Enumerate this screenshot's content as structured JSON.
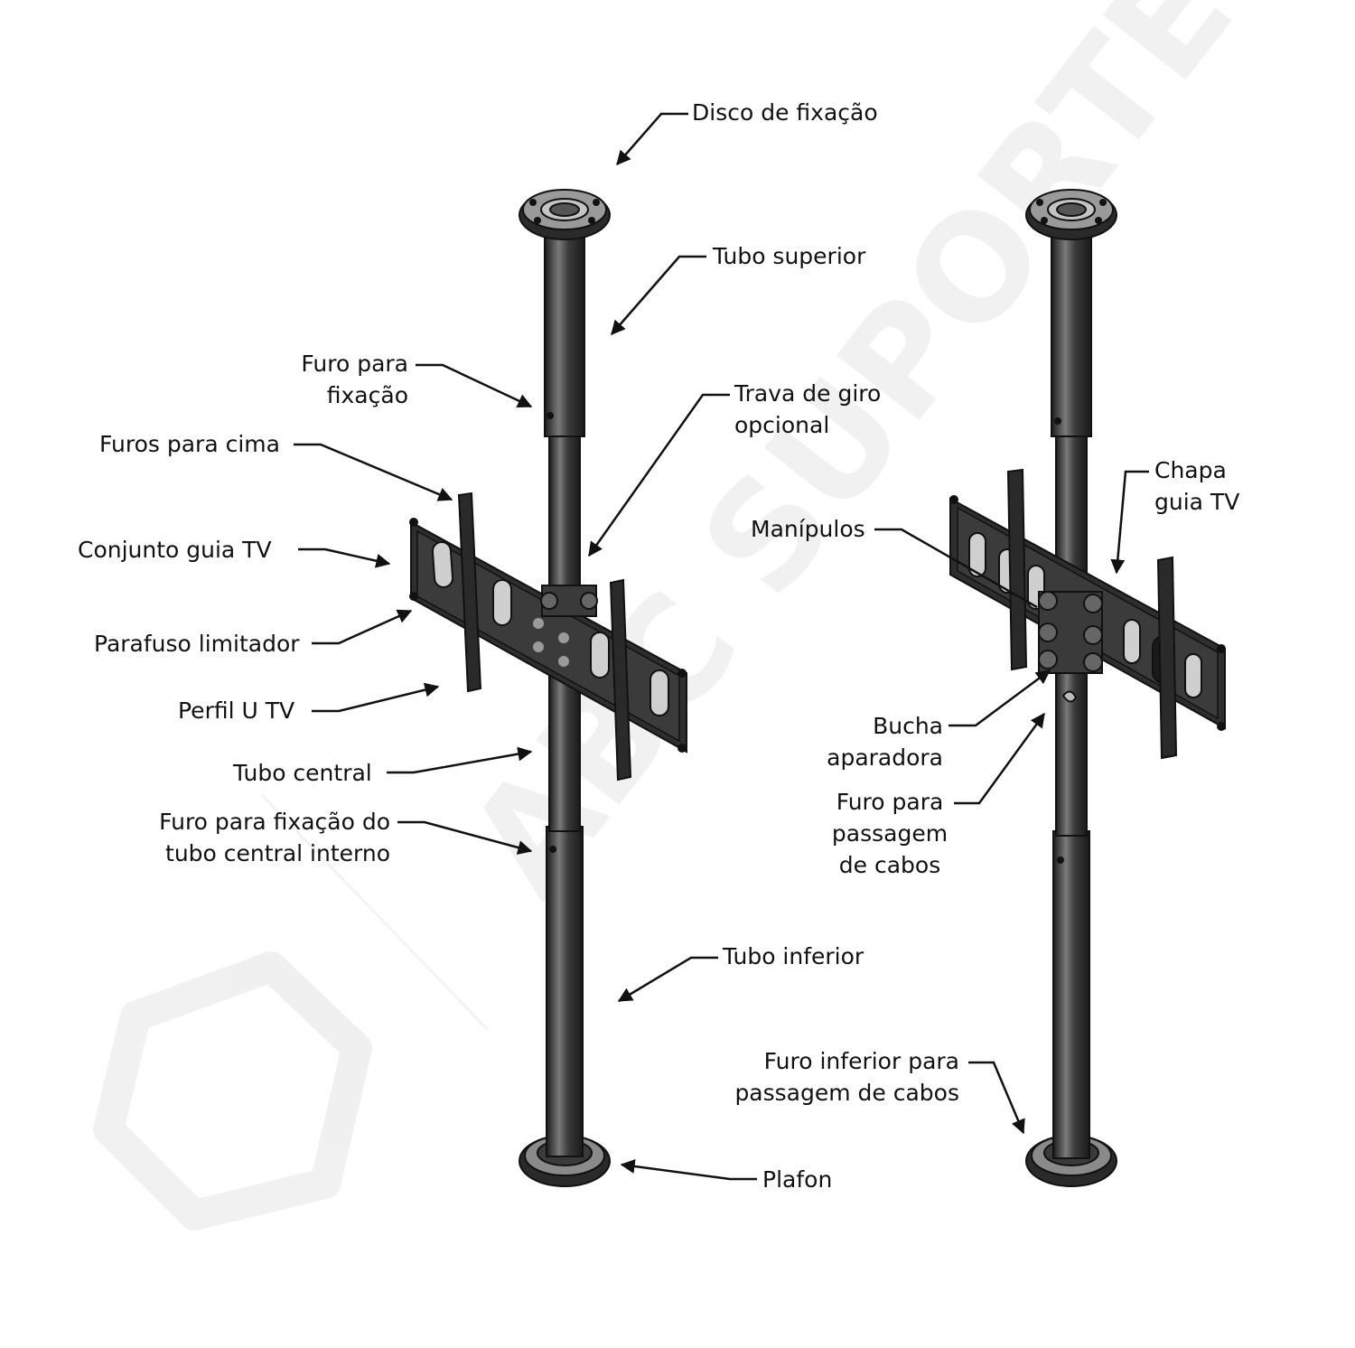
{
  "labels": {
    "disco_fixacao": "Disco de fixação",
    "tubo_superior": "Tubo superior",
    "furo_para_fixacao": "Furo para\nfixação",
    "trava_giro": "Trava de giro\nopcional",
    "furos_para_cima": "Furos para cima",
    "conjunto_guia_tv": "Conjunto guia TV",
    "parafuso_limitador": "Parafuso limitador",
    "perfil_u_tv": "Perfil U TV",
    "tubo_central": "Tubo central",
    "furo_fixacao_tubo_central": "Furo para fixação do\ntubo central interno",
    "tubo_inferior": "Tubo inferior",
    "plafon": "Plafon",
    "chapa_guia_tv": "Chapa\nguia TV",
    "manipulos": "Manípulos",
    "bucha_aparadora": "Bucha\naparadora",
    "furo_passagem_cabos": "Furo para\npassagem\nde cabos",
    "furo_inferior_cabos": "Furo inferior para\npassagem de cabos"
  },
  "watermark": {
    "text": "ABC SUPORTES"
  },
  "colors": {
    "ink": "#111111",
    "metal_dark": "#2b2b2b",
    "metal_mid": "#6f6f6f",
    "metal_light": "#bdbdbd",
    "watermark": "#f1f1f1"
  }
}
